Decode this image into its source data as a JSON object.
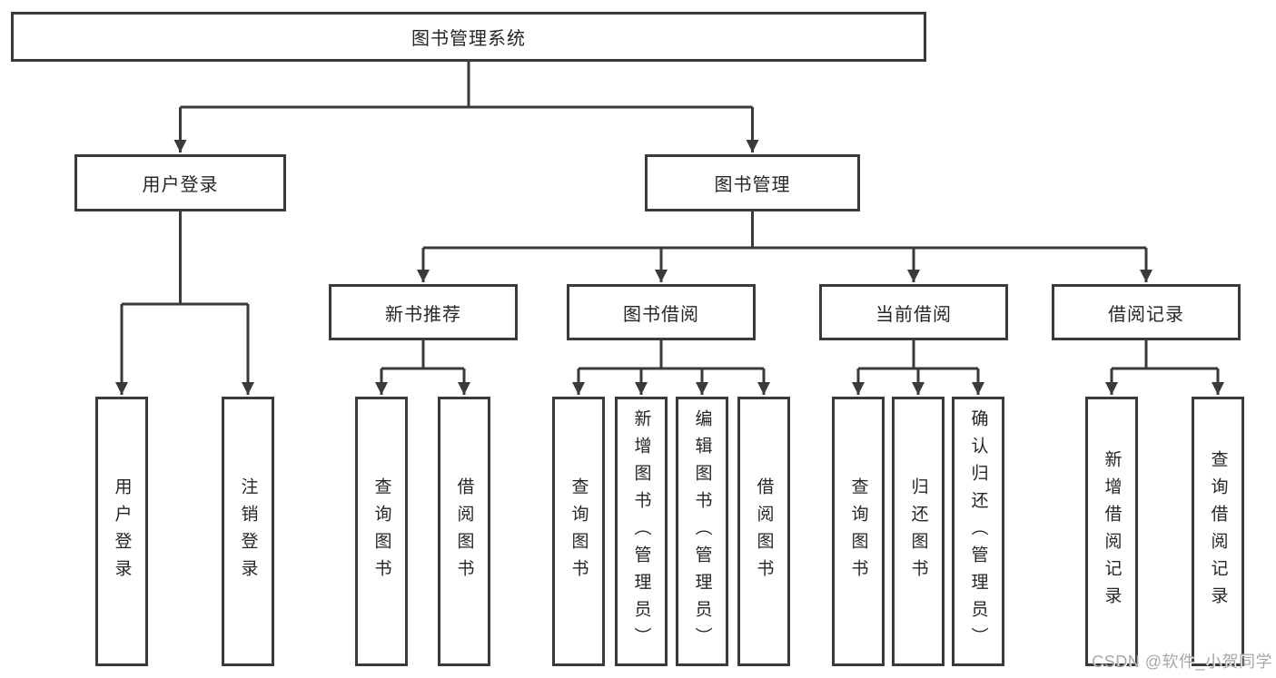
{
  "tree": {
    "root": {
      "label": "图书管理系统"
    },
    "level2": [
      {
        "label": "用户登录",
        "children": [
          {
            "label": "用户登录"
          },
          {
            "label": "注销登录"
          }
        ]
      },
      {
        "label": "图书管理",
        "children": [
          {
            "label": "新书推荐",
            "children": [
              {
                "label": "查询图书"
              },
              {
                "label": "借阅图书"
              }
            ]
          },
          {
            "label": "图书借阅",
            "children": [
              {
                "label": "查询图书"
              },
              {
                "label": "新增图书（管理员）"
              },
              {
                "label": "编辑图书（管理员）"
              },
              {
                "label": "借阅图书"
              }
            ]
          },
          {
            "label": "当前借阅",
            "children": [
              {
                "label": "查询图书"
              },
              {
                "label": "归还图书"
              },
              {
                "label": "确认归还（管理员）"
              }
            ]
          },
          {
            "label": "借阅记录",
            "children": [
              {
                "label": "新增借阅记录"
              },
              {
                "label": "查询借阅记录"
              }
            ]
          }
        ]
      }
    ]
  },
  "watermark": "CSDN @软件_小贺同学",
  "colors": {
    "line": "#3a3a3a",
    "text": "#262626",
    "watermark": "#a8a8a8",
    "box_fill": "#ffffff"
  }
}
